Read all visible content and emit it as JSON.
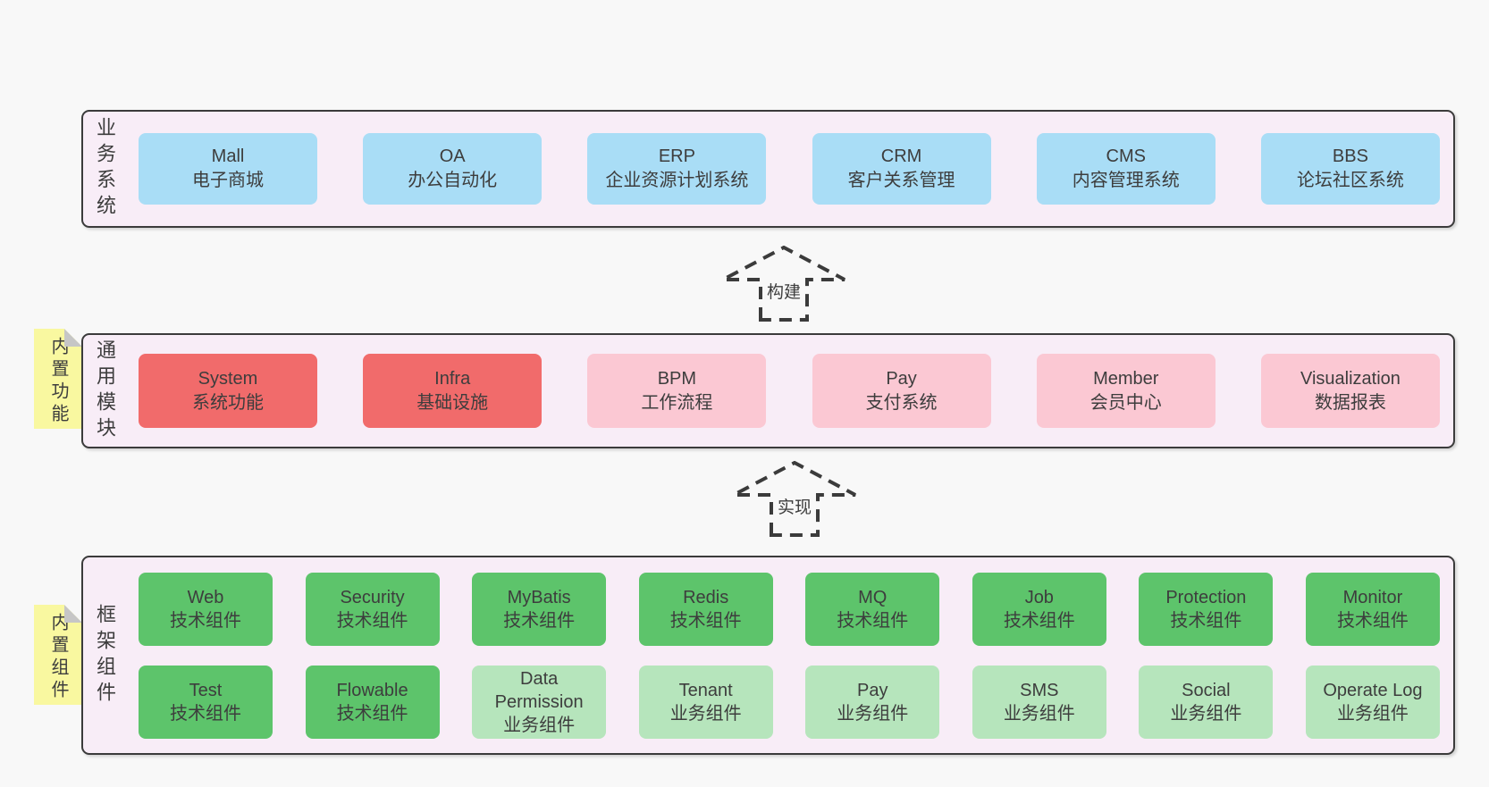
{
  "colors": {
    "page_bg": "#f8f8f8",
    "container_bg": "#f8edf7",
    "container_border": "#3b3b3b",
    "text": "#3d3d3d",
    "blue_box": "#a9ddf6",
    "red_box": "#f16b6b",
    "pink_box": "#fbc8d3",
    "green_box": "#5dc46b",
    "light_green_box": "#b6e5bc",
    "note_yellow": "#f9f8a0",
    "note_fold_gray": "#c6c6c6"
  },
  "notes": [
    {
      "label": "内置功能"
    },
    {
      "label": "内置组件"
    }
  ],
  "arrows": [
    {
      "label": "构建"
    },
    {
      "label": "实现"
    }
  ],
  "layers": [
    {
      "label": "业务系统",
      "boxes": [
        {
          "name": "Mall",
          "desc": "电子商城"
        },
        {
          "name": "OA",
          "desc": "办公自动化"
        },
        {
          "name": "ERP",
          "desc": "企业资源计划系统"
        },
        {
          "name": "CRM",
          "desc": "客户关系管理"
        },
        {
          "name": "CMS",
          "desc": "内容管理系统"
        },
        {
          "name": "BBS",
          "desc": "论坛社区系统"
        }
      ]
    },
    {
      "label": "通用模块",
      "boxes": [
        {
          "name": "System",
          "desc": "系统功能"
        },
        {
          "name": "Infra",
          "desc": "基础设施"
        },
        {
          "name": "BPM",
          "desc": "工作流程"
        },
        {
          "name": "Pay",
          "desc": "支付系统"
        },
        {
          "name": "Member",
          "desc": "会员中心"
        },
        {
          "name": "Visualization",
          "desc": "数据报表"
        }
      ]
    },
    {
      "label": "框架组件",
      "rows": [
        [
          {
            "name": "Web",
            "desc": "技术组件"
          },
          {
            "name": "Security",
            "desc": "技术组件"
          },
          {
            "name": "MyBatis",
            "desc": "技术组件"
          },
          {
            "name": "Redis",
            "desc": "技术组件"
          },
          {
            "name": "MQ",
            "desc": "技术组件"
          },
          {
            "name": "Job",
            "desc": "技术组件"
          },
          {
            "name": "Protection",
            "desc": "技术组件"
          },
          {
            "name": "Monitor",
            "desc": "技术组件"
          }
        ],
        [
          {
            "name": "Test",
            "desc": "技术组件"
          },
          {
            "name": "Flowable",
            "desc": "技术组件"
          },
          {
            "name": "Data Permission",
            "desc": "业务组件"
          },
          {
            "name": "Tenant",
            "desc": "业务组件"
          },
          {
            "name": "Pay",
            "desc": "业务组件"
          },
          {
            "name": "SMS",
            "desc": "业务组件"
          },
          {
            "name": "Social",
            "desc": "业务组件"
          },
          {
            "name": "Operate Log",
            "desc": "业务组件"
          }
        ]
      ]
    }
  ]
}
